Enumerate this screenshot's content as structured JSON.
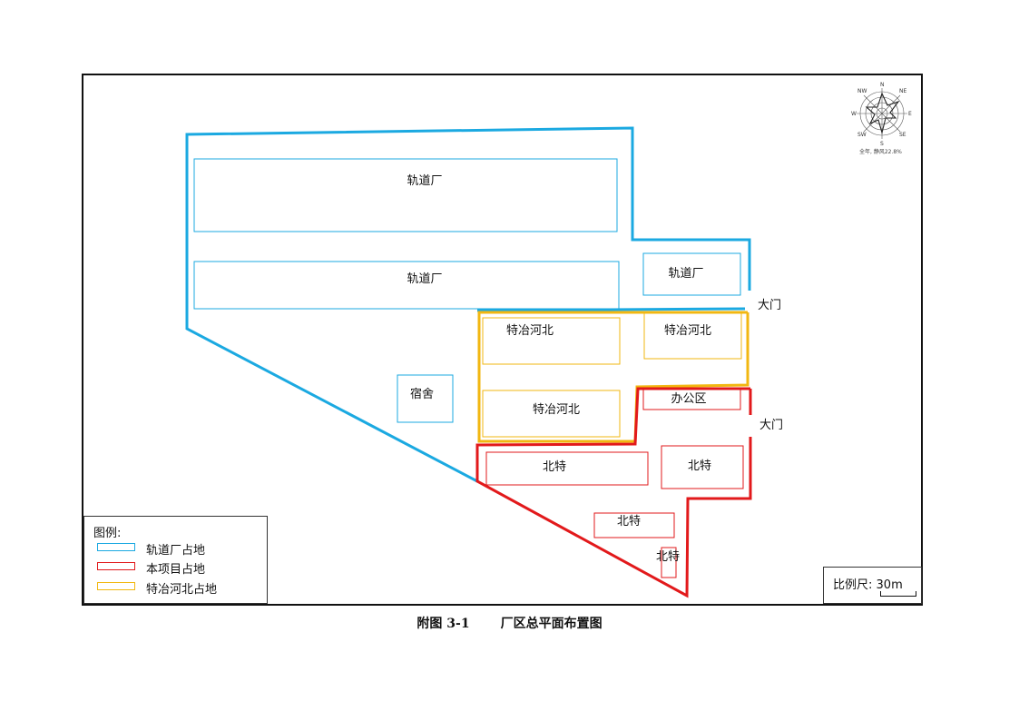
{
  "colors": {
    "rail_factory": "#1ba9e1",
    "this_project": "#e2191b",
    "tezhi_hebei": "#f2b711",
    "frame": "#111111"
  },
  "buildings": {
    "rail_top": "轨道厂",
    "rail_mid": "轨道厂",
    "rail_right": "轨道厂",
    "dormitory": "宿舍",
    "tz_1": "特冶河北",
    "tz_2": "特冶河北",
    "tz_3": "特冶河北",
    "office": "办公区",
    "bt_1": "北特",
    "bt_2": "北特",
    "bt_3": "北特",
    "bt_4": "北特"
  },
  "gates": {
    "gate_north": "大门",
    "gate_south": "大门"
  },
  "legend": {
    "title": "图例:",
    "items": [
      {
        "label": "轨道厂占地",
        "color": "#1ba9e1"
      },
      {
        "label": "本项目占地",
        "color": "#e2191b"
      },
      {
        "label": "特冶河北占地",
        "color": "#f2b711"
      }
    ]
  },
  "scale": {
    "label": "比例尺:",
    "value": "30m"
  },
  "compass": {
    "icon": "wind-rose-icon",
    "n": "N",
    "ne": "NE",
    "e": "E",
    "se": "SE",
    "s": "S",
    "sw": "SW",
    "w": "W",
    "nw": "NW",
    "note": "全年, 静风22.8%"
  },
  "caption": {
    "figure": "附图 3-1",
    "title": "厂区总平面布置图"
  }
}
